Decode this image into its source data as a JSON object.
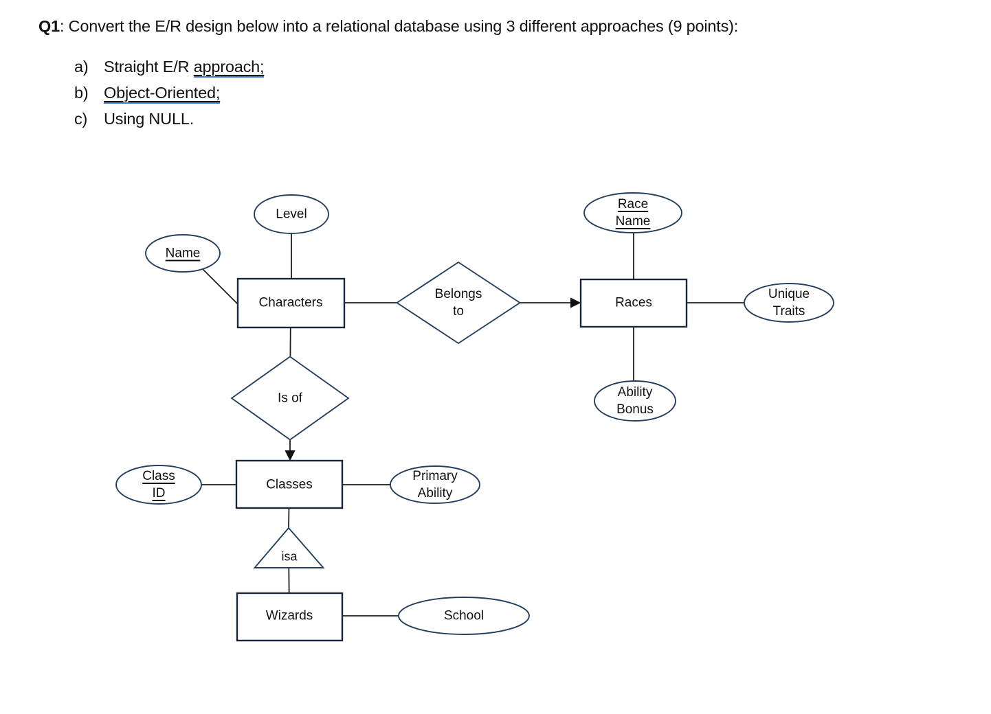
{
  "colors": {
    "background": "#ffffff",
    "text": "#111111",
    "shape-stroke": "#24405e",
    "rect-stroke": "#18263c",
    "line-stroke": "#1c1c1c",
    "link-underline": "#4577be"
  },
  "header": {
    "q_label": "Q1",
    "title_rest": ": Convert the E/R design below into a relational database using 3 different approaches (9 points):"
  },
  "task_list": {
    "items": [
      {
        "marker": "a)",
        "prefix": "Straight E/R ",
        "underlined": "approach;"
      },
      {
        "marker": "b)",
        "prefix": "",
        "underlined": "Object-Oriented;"
      },
      {
        "marker": "c)",
        "prefix": "Using NULL.",
        "underlined": ""
      }
    ]
  },
  "diagram": {
    "entities": {
      "characters": {
        "label": "Characters"
      },
      "races": {
        "label": "Races"
      },
      "classes": {
        "label": "Classes"
      },
      "wizards": {
        "label": "Wizards"
      }
    },
    "relationships": {
      "belongs_to": {
        "line1": "Belongs",
        "line2": "to"
      },
      "is_of": {
        "label": "Is of"
      }
    },
    "isa": {
      "label": "isa"
    },
    "attributes": {
      "level": {
        "label": "Level",
        "key": false
      },
      "name": {
        "label": "Name",
        "key": true
      },
      "race_name": {
        "line1": "Race",
        "line2": "Name",
        "key": true
      },
      "unique_traits": {
        "line1": "Unique",
        "line2": "Traits",
        "key": false
      },
      "ability_bonus": {
        "line1": "Ability",
        "line2": "Bonus",
        "key": false
      },
      "class_id": {
        "line1": "Class",
        "line2": "ID",
        "key": true
      },
      "primary_ability": {
        "line1": "Primary",
        "line2": "Ability",
        "key": false
      },
      "school": {
        "label": "School",
        "key": false
      }
    }
  }
}
